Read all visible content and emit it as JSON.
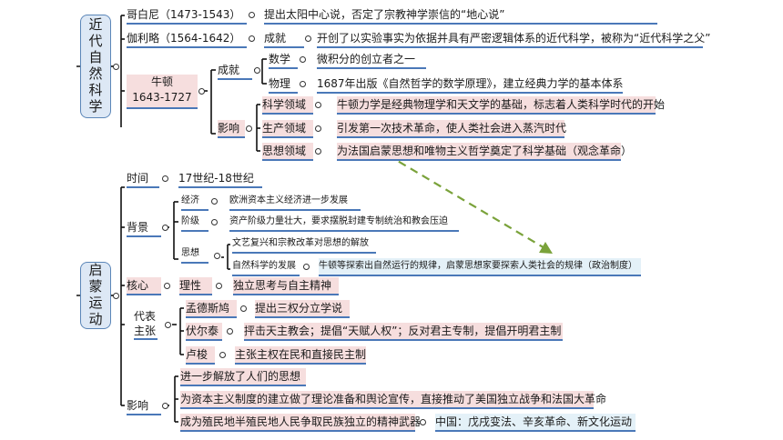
{
  "top": {
    "title": "近代自然科学",
    "copernicus": {
      "name": "哥白尼（1473-1543）",
      "desc": "提出太阳中心说，否定了宗教神学崇信的“地心说”"
    },
    "galileo": {
      "name": "伽利略（1564-1642）",
      "label": "成就",
      "desc": "开创了以实验事实为依据并具有严密逻辑体系的近代科学，被称为“近代科学之父”"
    },
    "newton": {
      "name": "牛顿",
      "years": "1643-1727",
      "achievement_label": "成就",
      "math_label": "数学",
      "math_desc": "微积分的创立者之一",
      "physics_label": "物理",
      "physics_desc": "1687年出版《自然哲学的数学原理》，建立经典力学的基本体系",
      "influence_label": "影响",
      "science_label": "科学领域",
      "science_desc": "牛顿力学是经典物理学和天文学的基础，标志着人类科学时代的开始",
      "production_label": "生产领域",
      "production_desc": "引发第一次技术革命，使人类社会进入蒸汽时代",
      "thought_label": "思想领域",
      "thought_desc": "为法国启蒙思想和唯物主义哲学奠定了科学基础（观念革命）"
    }
  },
  "bottom": {
    "title": "启蒙运动",
    "time_label": "时间",
    "time_value": "17世纪-18世纪",
    "background_label": "背景",
    "economy_label": "经济",
    "economy_desc": "欧洲资本主义经济进一步发展",
    "class_label": "阶级",
    "class_desc": "资产阶级力量壮大，要求摆脱封建专制统治和教会压迫",
    "thought_label": "思想",
    "renaissance_desc": "文艺复兴和宗教改革对思想的解放",
    "natsci_label": "自然科学的发展",
    "natsci_desc": "牛顿等探索出自然运行的规律，启蒙思想家要探索人类社会的规律（政治制度）",
    "core_label": "核心",
    "reason_label": "理性",
    "reason_desc": "独立思考与自主精神",
    "rep_label": "代表主张",
    "montesquieu": "孟德斯鸠",
    "montesquieu_desc": "提出三权分立学说",
    "voltaire": "伏尔泰",
    "voltaire_desc": "抨击天主教会；提倡“天赋人权”；反对君主专制，提倡开明君主制",
    "rousseau": "卢梭",
    "rousseau_desc": "主张主权在民和直接民主制",
    "influence_label": "影响",
    "inf1": "进一步解放了人们的思想",
    "inf2": "为资本主义制度的建立做了理论准备和舆论宣传，直接推动了美国独立战争和法国大革命",
    "inf3": "成为殖民地半殖民地人民争取民族独立的精神武器",
    "inf3_china": "中国：戊戌变法、辛亥革命、新文化运动"
  },
  "colors": {
    "underline": "#4a78b8",
    "pink": "#f6dede",
    "blue": "#e4f1f8",
    "root_fill": "#dde8f5",
    "root_border": "#5b86b8",
    "arrow": "#7aa23a"
  }
}
